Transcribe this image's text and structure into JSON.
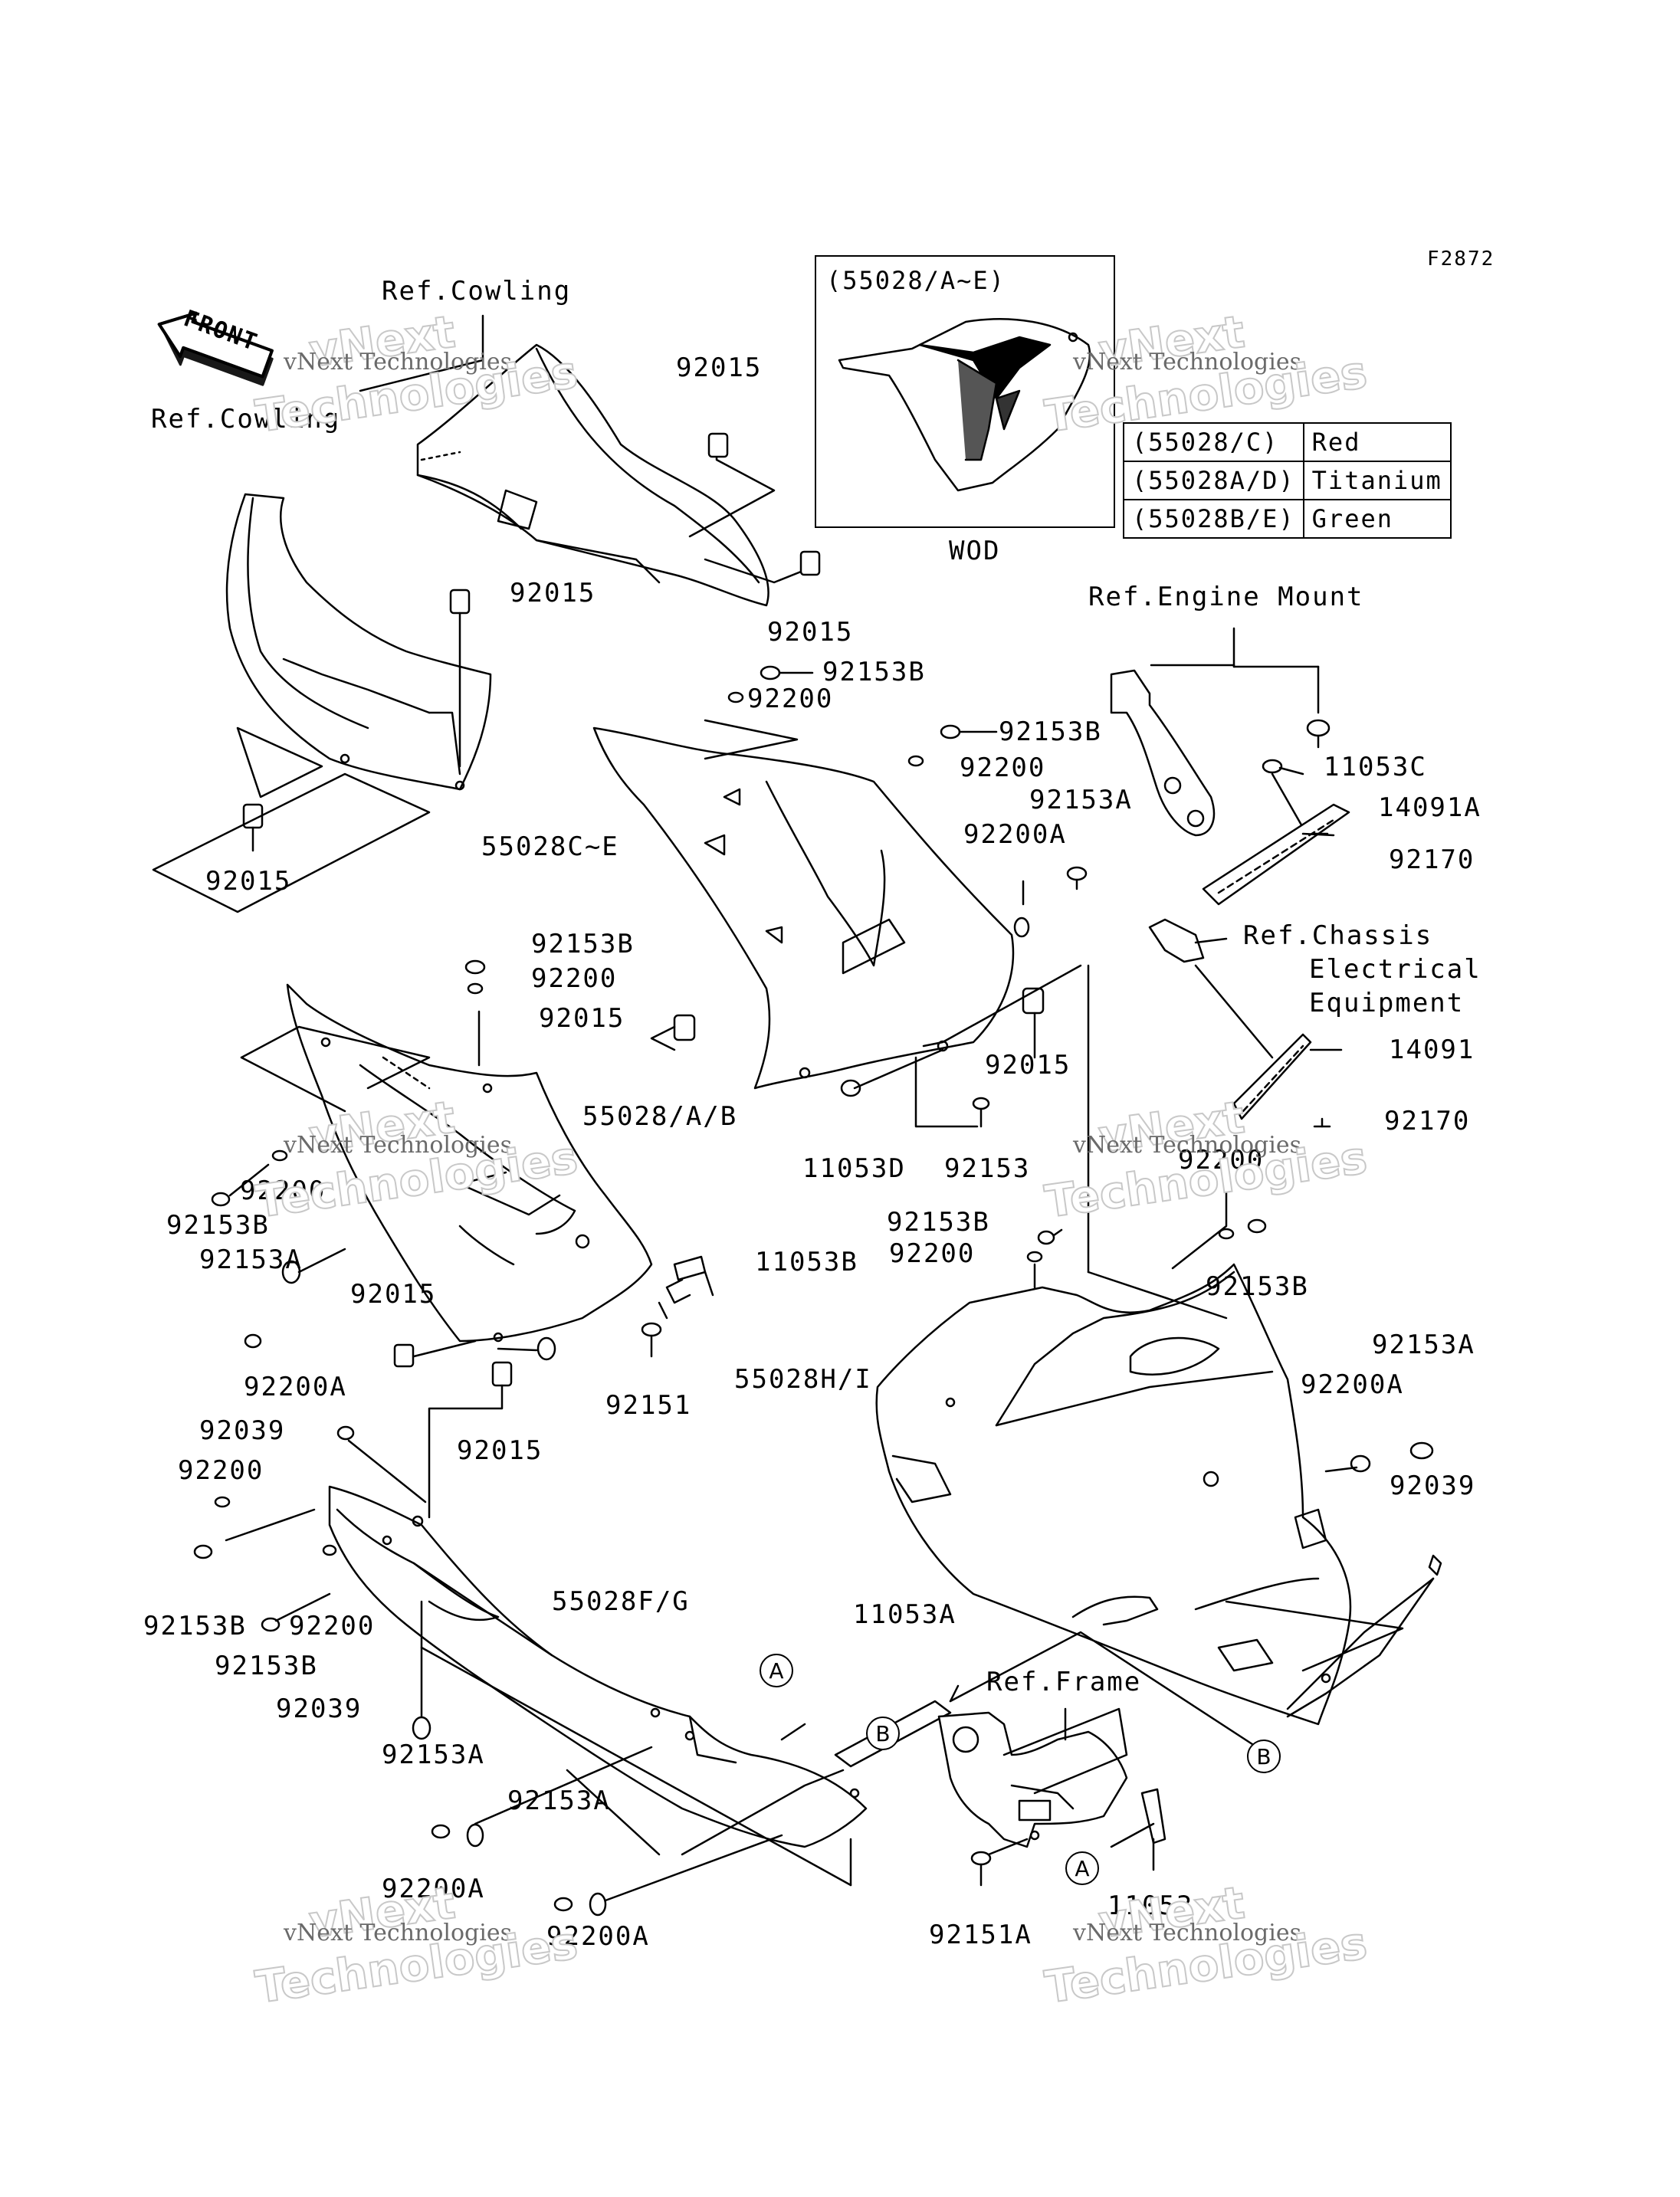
{
  "figure_code": "F2872",
  "front_label": "FRONT",
  "inset": {
    "title": "(55028/A~E)",
    "caption": "WOD"
  },
  "color_legend": [
    {
      "code": "(55028/C)",
      "color": "Red"
    },
    {
      "code": "(55028A/D)",
      "color": "Titanium"
    },
    {
      "code": "(55028B/E)",
      "color": "Green"
    }
  ],
  "watermark": {
    "line1": "vNext Technologies",
    "line2a": "vNext",
    "line2b": "Technologies"
  },
  "labels": {
    "ref_cowling_1": "Ref.Cowling",
    "ref_cowling_2": "Ref.Cowling",
    "ref_engine_mount": "Ref.Engine Mount",
    "ref_chassis_1": "Ref.Chassis",
    "ref_chassis_2": "Electrical",
    "ref_chassis_3": "Equipment",
    "ref_frame": "Ref.Frame",
    "p92015_a": "92015",
    "p92015_b": "92015",
    "p92015_c": "92015",
    "p92015_d": "92015",
    "p92015_e": "92015",
    "p92015_f": "92015",
    "p92015_g": "92015",
    "p92015_h": "92015",
    "p92153B_a": "92153B",
    "p92200_a": "92200",
    "p92153B_b": "92153B",
    "p92200_b": "92200",
    "p92153A_a": "92153A",
    "p92200A_a": "92200A",
    "p55028CE": "55028C~E",
    "p11053C": "11053C",
    "p14091A": "14091A",
    "p92170_a": "92170",
    "p14091": "14091",
    "p92170_b": "92170",
    "p92153B_c": "92153B",
    "p92200_c": "92200",
    "p55028AB": "55028/A/B",
    "p11053D": "11053D",
    "p92153": "92153",
    "p92200_d": "92200",
    "p92153B_d": "92153B",
    "p92153A_b": "92153A",
    "p92200A_b": "92200A",
    "p11053B": "11053B",
    "p92151": "92151",
    "p92153B_e": "92153B",
    "p92200_e": "92200",
    "p92200_f": "92200",
    "p92153B_f": "92153B",
    "p55028HI": "55028H/I",
    "p92153A_c": "92153A",
    "p92200A_c": "92200A",
    "p92039_a": "92039",
    "p92039_b": "92039",
    "p92200_g": "92200",
    "p92153B_g": "92153B",
    "p92200_h": "92200",
    "p92153B_h": "92153B",
    "p55028FG": "55028F/G",
    "p92039_c": "92039",
    "p11053A": "11053A",
    "p92153A_d": "92153A",
    "p92200A_d": "92200A",
    "p92153A_e": "92153A",
    "p92200A_e": "92200A",
    "p92151A": "92151A",
    "p11053": "11053",
    "circle_A1": "A",
    "circle_B1": "B",
    "circle_A2": "A",
    "circle_B2": "B"
  }
}
